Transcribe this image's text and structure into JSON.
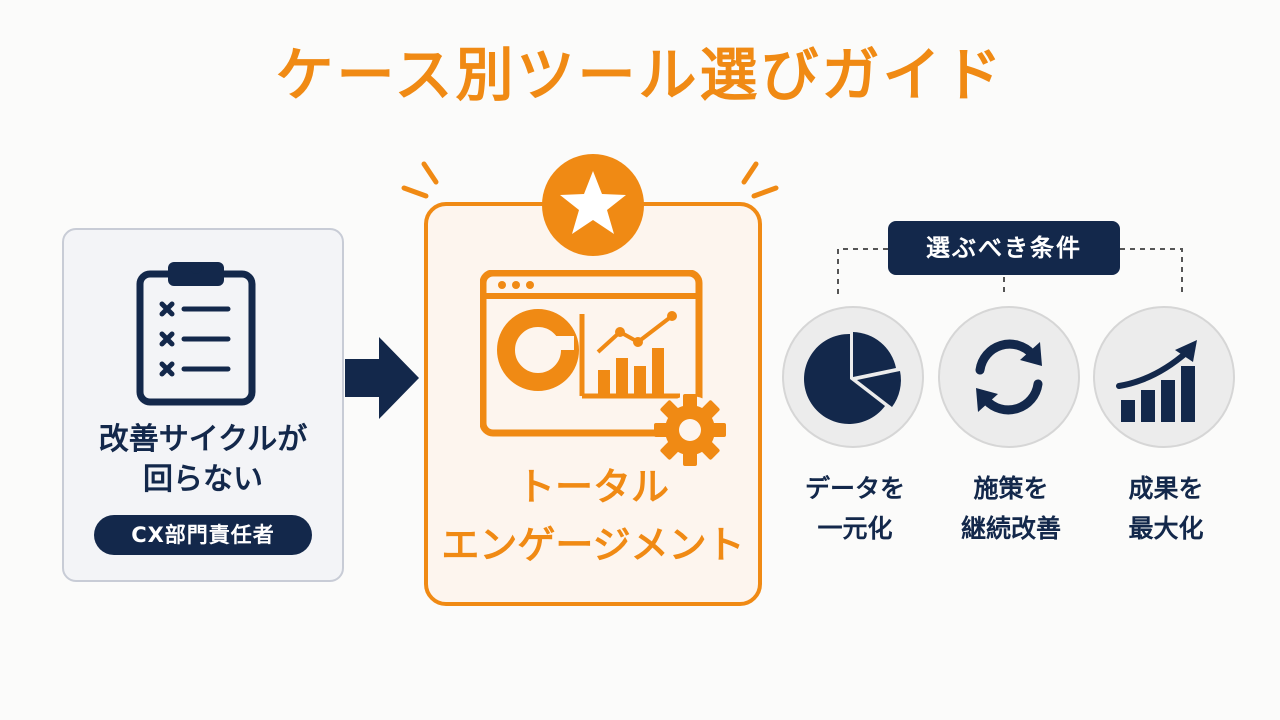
{
  "title": "ケース別ツール選びガイド",
  "problem": {
    "lines": [
      "改善サイクルが",
      "回らない"
    ],
    "role": "CX部門責任者"
  },
  "solution": {
    "lines": [
      "トータル",
      "エンゲージメント"
    ],
    "icon": "dashboard-gear-icon",
    "badge_icon": "star-icon"
  },
  "conditions": {
    "header": "選ぶべき条件",
    "items": [
      {
        "icon": "pie-chart-icon",
        "lines": [
          "データを",
          "一元化"
        ]
      },
      {
        "icon": "refresh-cycle-icon",
        "lines": [
          "施策を",
          "継続改善"
        ]
      },
      {
        "icon": "growth-chart-icon",
        "lines": [
          "成果を",
          "最大化"
        ]
      }
    ]
  },
  "colors": {
    "orange": "#f08a14",
    "navy": "#13284b",
    "card_bg": "#f3f4f7",
    "center_bg": "#fdf5ee",
    "circle_bg": "#ececec"
  }
}
